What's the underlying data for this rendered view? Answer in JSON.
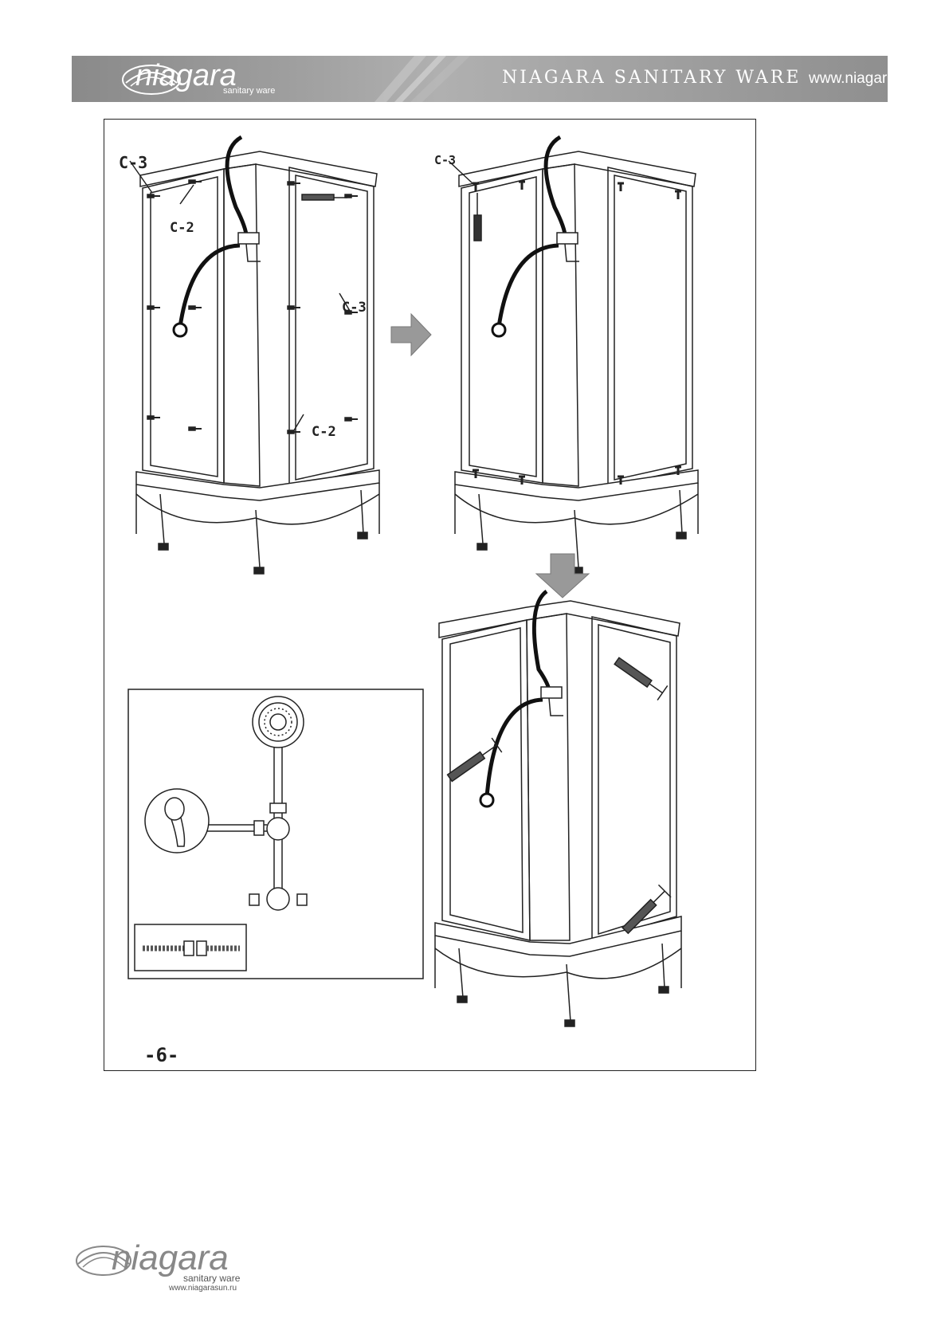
{
  "header": {
    "logo_word": "niagara",
    "logo_sub": "sanitary ware",
    "brand": "NIAGARA SANITARY WARE",
    "site": "www.niagarasun.ru"
  },
  "callouts": {
    "c3_top_left": "C-3",
    "c2_top_left": "C-2",
    "c3_right": "C-3",
    "c2_bottom": "C-2",
    "c3_step2": "C-3"
  },
  "page_number": "-6-",
  "footer": {
    "logo_word": "niagara",
    "logo_sub": "sanitary ware",
    "site": "www.niagarasun.ru"
  },
  "colors": {
    "banner": "#9a9a9a",
    "arrow": "#999999",
    "line": "#222222"
  },
  "icons": [
    "niagara-logo-icon",
    "arrow-right-icon",
    "arrow-down-icon",
    "shower-head-icon",
    "hand-shower-icon",
    "hose-connector-icon"
  ]
}
